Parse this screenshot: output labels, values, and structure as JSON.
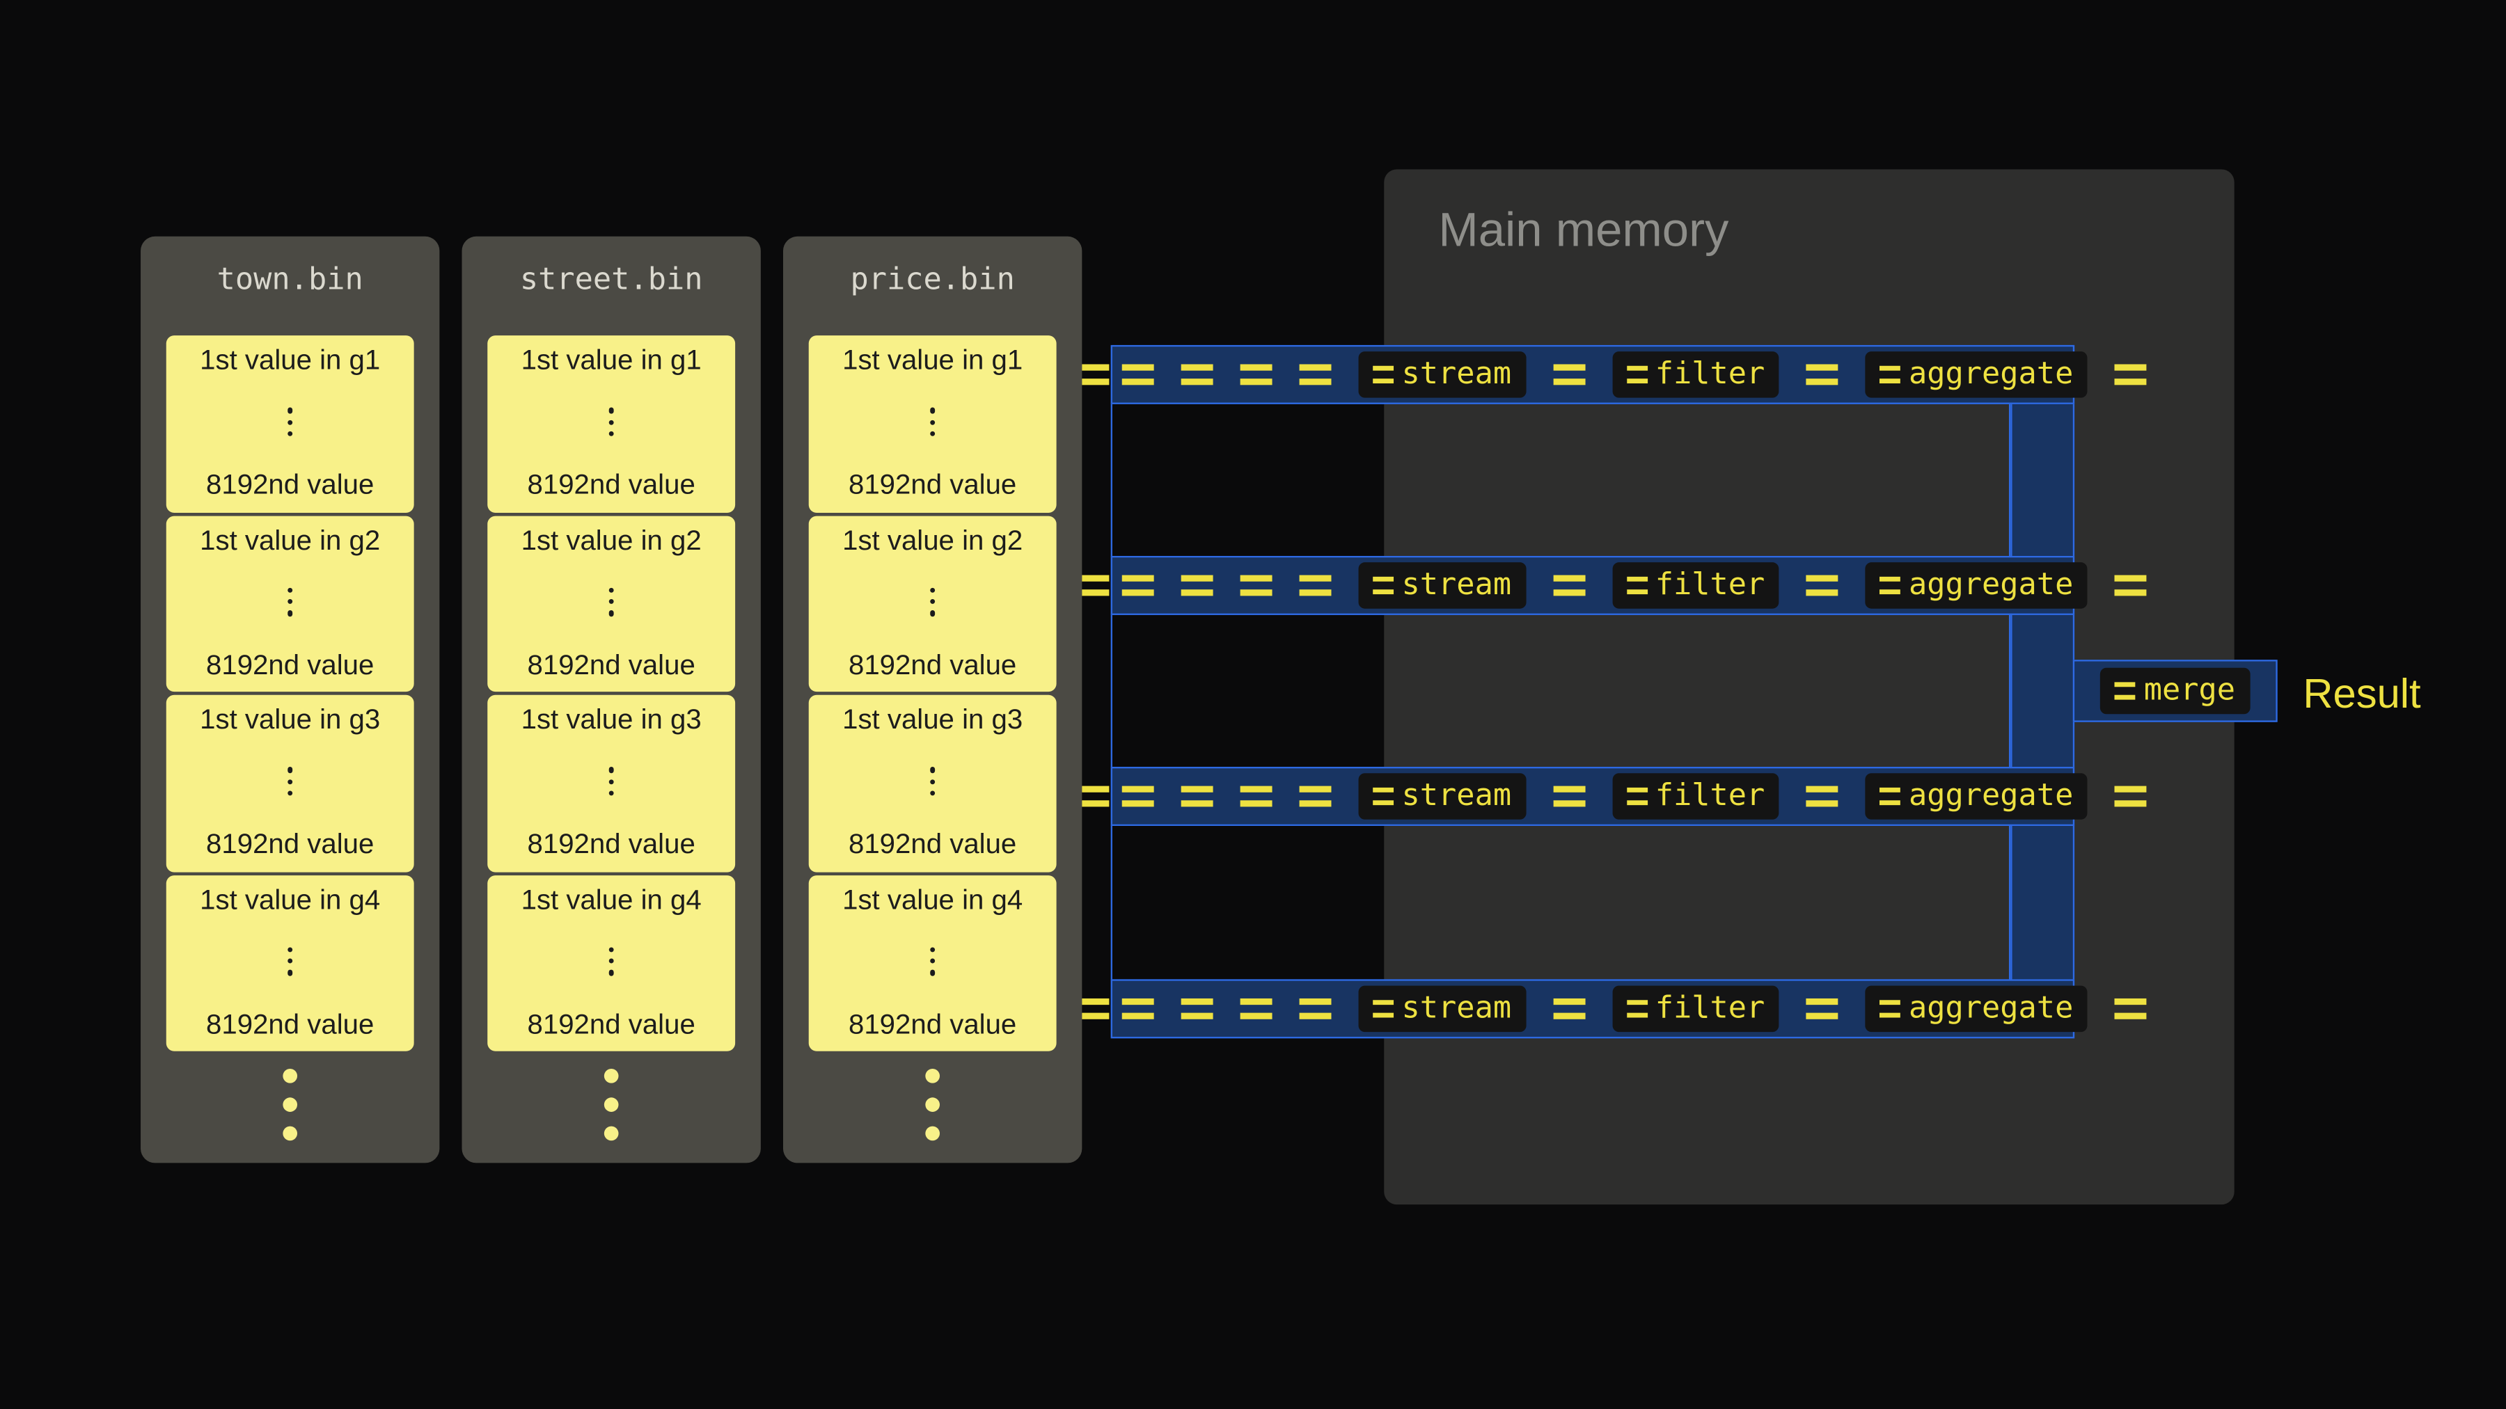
{
  "colors": {
    "background": "#0a0a0b",
    "file_box": "#4b4a44",
    "file_title": "#dbd9cf",
    "value_box": "#f8f189",
    "value_text": "#1c1c1c",
    "memory_box": "#2e2e2d",
    "memory_title": "#8e8e8a",
    "lane_fill": "#183462",
    "lane_border": "#2e6ae4",
    "accent_yellow": "#eee141",
    "badge_bg": "#141414"
  },
  "files": [
    {
      "name": "town.bin",
      "groups": [
        {
          "first": "1st value in g1",
          "last": "8192nd value"
        },
        {
          "first": "1st value in g2",
          "last": "8192nd value"
        },
        {
          "first": "1st value in g3",
          "last": "8192nd value"
        },
        {
          "first": "1st value in g4",
          "last": "8192nd value"
        }
      ]
    },
    {
      "name": "street.bin",
      "groups": [
        {
          "first": "1st value in g1",
          "last": "8192nd value"
        },
        {
          "first": "1st value in g2",
          "last": "8192nd value"
        },
        {
          "first": "1st value in g3",
          "last": "8192nd value"
        },
        {
          "first": "1st value in g4",
          "last": "8192nd value"
        }
      ]
    },
    {
      "name": "price.bin",
      "groups": [
        {
          "first": "1st value in g1",
          "last": "8192nd value"
        },
        {
          "first": "1st value in g2",
          "last": "8192nd value"
        },
        {
          "first": "1st value in g3",
          "last": "8192nd value"
        },
        {
          "first": "1st value in g4",
          "last": "8192nd value"
        }
      ]
    }
  ],
  "memory": {
    "title": "Main memory"
  },
  "pipelines": [
    {
      "ops": [
        "stream",
        "filter",
        "aggregate"
      ]
    },
    {
      "ops": [
        "stream",
        "filter",
        "aggregate"
      ]
    },
    {
      "ops": [
        "stream",
        "filter",
        "aggregate"
      ]
    },
    {
      "ops": [
        "stream",
        "filter",
        "aggregate"
      ]
    }
  ],
  "merge": {
    "label": "merge"
  },
  "result": {
    "label": "Result"
  }
}
